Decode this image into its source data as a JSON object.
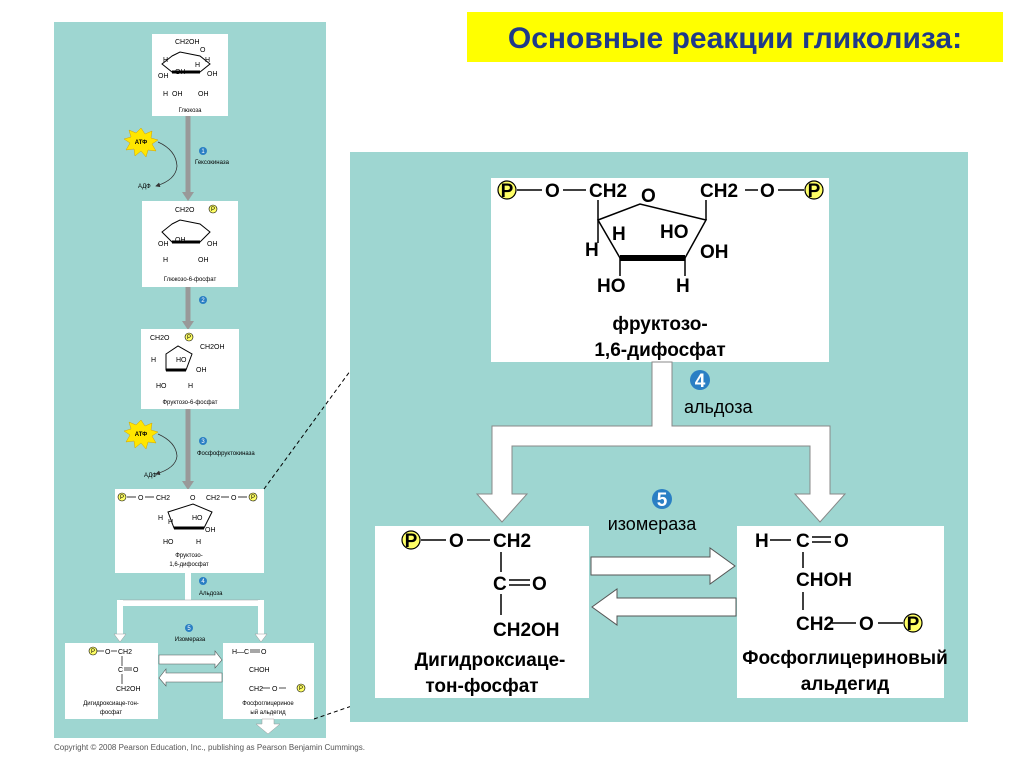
{
  "title": "Основные реакции гликолиза:",
  "copyright": "Copyright © 2008 Pearson Education, Inc., publishing as Pearson Benjamin Cummings.",
  "colors": {
    "teal": "#9ed6d1",
    "title_bg": "#ffff00",
    "title_text": "#1f3a8a",
    "step_badge": "#2a7fc4",
    "atp": "#ffe600",
    "p_circle": "#ffff66"
  },
  "small": {
    "glucose": {
      "ch2oh": "CH2OH",
      "o": "O",
      "h": "H",
      "oh": "OH",
      "ho": "HO",
      "name": "Глюкоза"
    },
    "step1": {
      "num": "1",
      "enzyme": "Гексокиназа"
    },
    "atp1": "АТФ",
    "adp1": "АДФ",
    "g6p": {
      "ch2o": "CH2O",
      "p": "P",
      "name": "Глюкозо-6-фосфат"
    },
    "step2": {
      "num": "2"
    },
    "f6p": {
      "ch2o": "CH2O",
      "ch2oh": "CH2OH",
      "p": "P",
      "name": "Фруктозо-6-фосфат"
    },
    "atp2": "АТФ",
    "adp2": "АДФ",
    "step3": {
      "num": "3",
      "enzyme": "Фосфофруктокиназа"
    },
    "f16bp": {
      "ch2": "CH2",
      "o": "O",
      "p": "P",
      "name1": "Фруктозо-",
      "name2": "1,6-дифосфат"
    },
    "step4": {
      "num": "4",
      "enzyme": "Альдоза"
    },
    "step5": {
      "num": "5",
      "enzyme": "Изомераза"
    },
    "dhap": {
      "ch2": "CH2",
      "c": "C",
      "o": "O",
      "ch2oh": "CH2OH",
      "name1": "Дигидроксиаце-тон-",
      "name2": "фосфат"
    },
    "g3p": {
      "hc": "H—C",
      "o": "O",
      "choh": "CHOH",
      "ch2": "CH2",
      "name1": "Фосфоглицериное",
      "name2": "ый альдегид"
    }
  },
  "big": {
    "f16bp": {
      "p": "P",
      "o": "O",
      "ch2": "CH2",
      "h": "H",
      "ho": "HO",
      "oh": "OH",
      "name1": "фруктозо-",
      "name2": "1,6-дифосфат"
    },
    "step4": {
      "num": "4",
      "enzyme": "альдоза"
    },
    "step5": {
      "num": "5",
      "enzyme": "изомераза"
    },
    "dhap": {
      "p": "P",
      "o": "O",
      "ch2": "CH2",
      "c": "C",
      "ch2oh": "CH2OH",
      "name1": "Дигидроксиаце-",
      "name2": "тон-фосфат"
    },
    "g3p": {
      "h": "H",
      "c": "C",
      "o": "O",
      "choh": "CHOH",
      "ch2": "CH2",
      "p": "P",
      "name1": "Фосфоглицериновый",
      "name2": "альдегид"
    }
  }
}
